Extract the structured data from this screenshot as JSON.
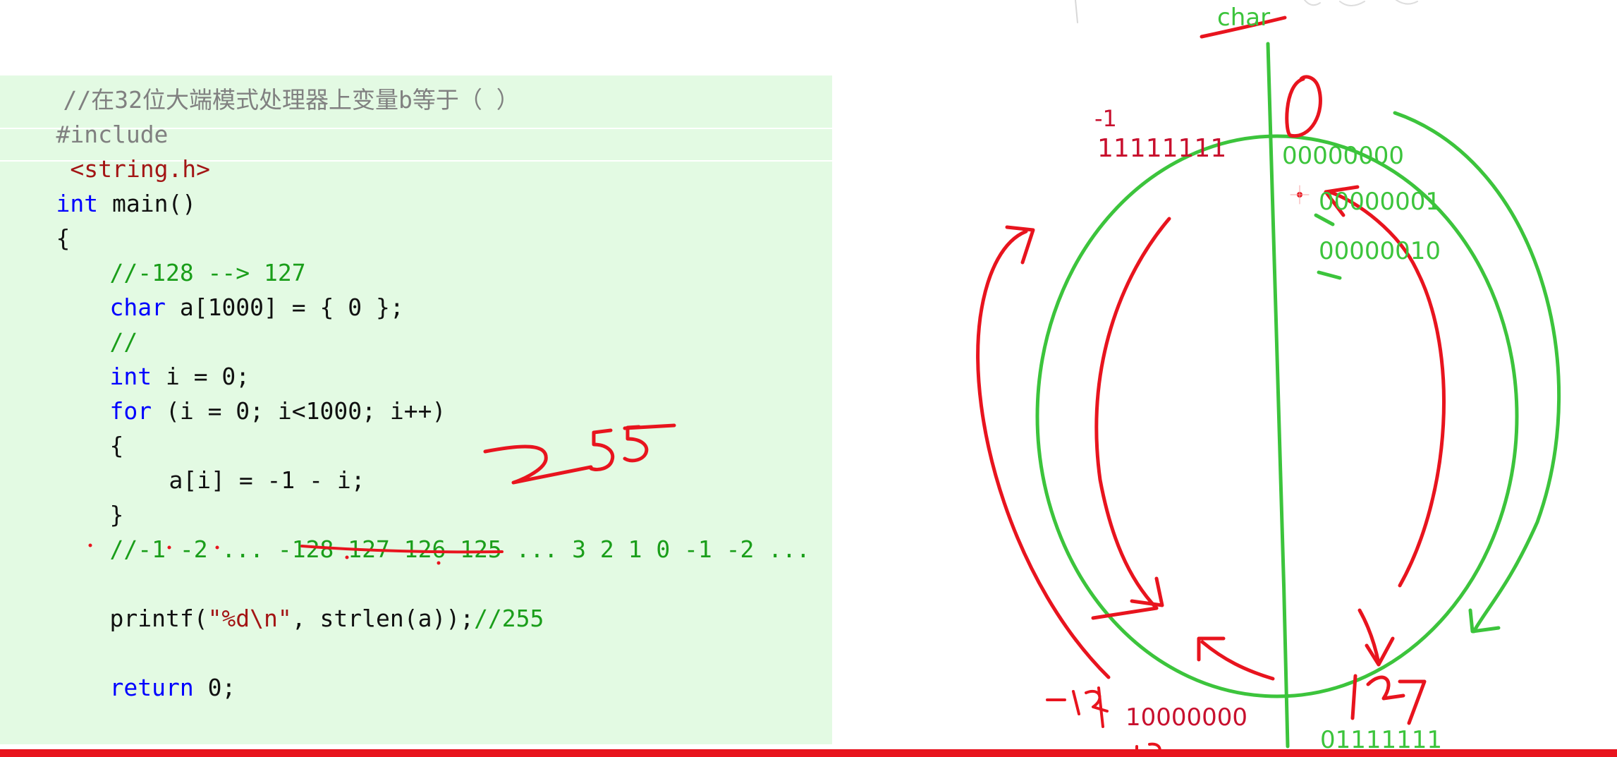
{
  "code": {
    "line0": "//在32位大端模式处理器上变量b等于（ ）",
    "include_directive": "#include",
    "include_header": "<string.h>",
    "main_kw": "int",
    "main_rest": " main()",
    "brace_open": "{",
    "comment_range": "//-128 --> 127",
    "char_kw": "char",
    "char_rest": " a[1000] = { 0 };",
    "empty_comment": "//",
    "int_kw": "int",
    "int_rest": " i = 0;",
    "for_kw": "for",
    "for_rest": " (i = 0; i<1000; i++)",
    "loop_open": "{",
    "assign": "a[i] = -1 - i;",
    "loop_close": "}",
    "sequence_comment": "//-1 -2 ... -128 127 126 125 ... 3 2 1 0 -1 -2 ...",
    "printf_pre": "printf(",
    "printf_fmt": "\"%d\\n\"",
    "printf_post": ", strlen(a));",
    "printf_comment": "//255",
    "return_kw": "return",
    "return_rest": " 0;"
  },
  "diagram": {
    "type_label": "char",
    "zero_label": "0",
    "minus_one": "-1",
    "bits_all_ones": "11111111",
    "bits_zero": "00000000",
    "bits_one": "00000001",
    "bits_two": "00000010",
    "bits_min": "10000000",
    "bits_max": "01111111",
    "min_label": "-128",
    "max_label": "127",
    "handwritten_count": "255"
  },
  "colors": {
    "editor_bg": "#e3fae3",
    "ink_red": "#e8141e",
    "ink_green": "#3cc43c",
    "keyword": "#0000ff",
    "comment": "#1a9e1a"
  }
}
